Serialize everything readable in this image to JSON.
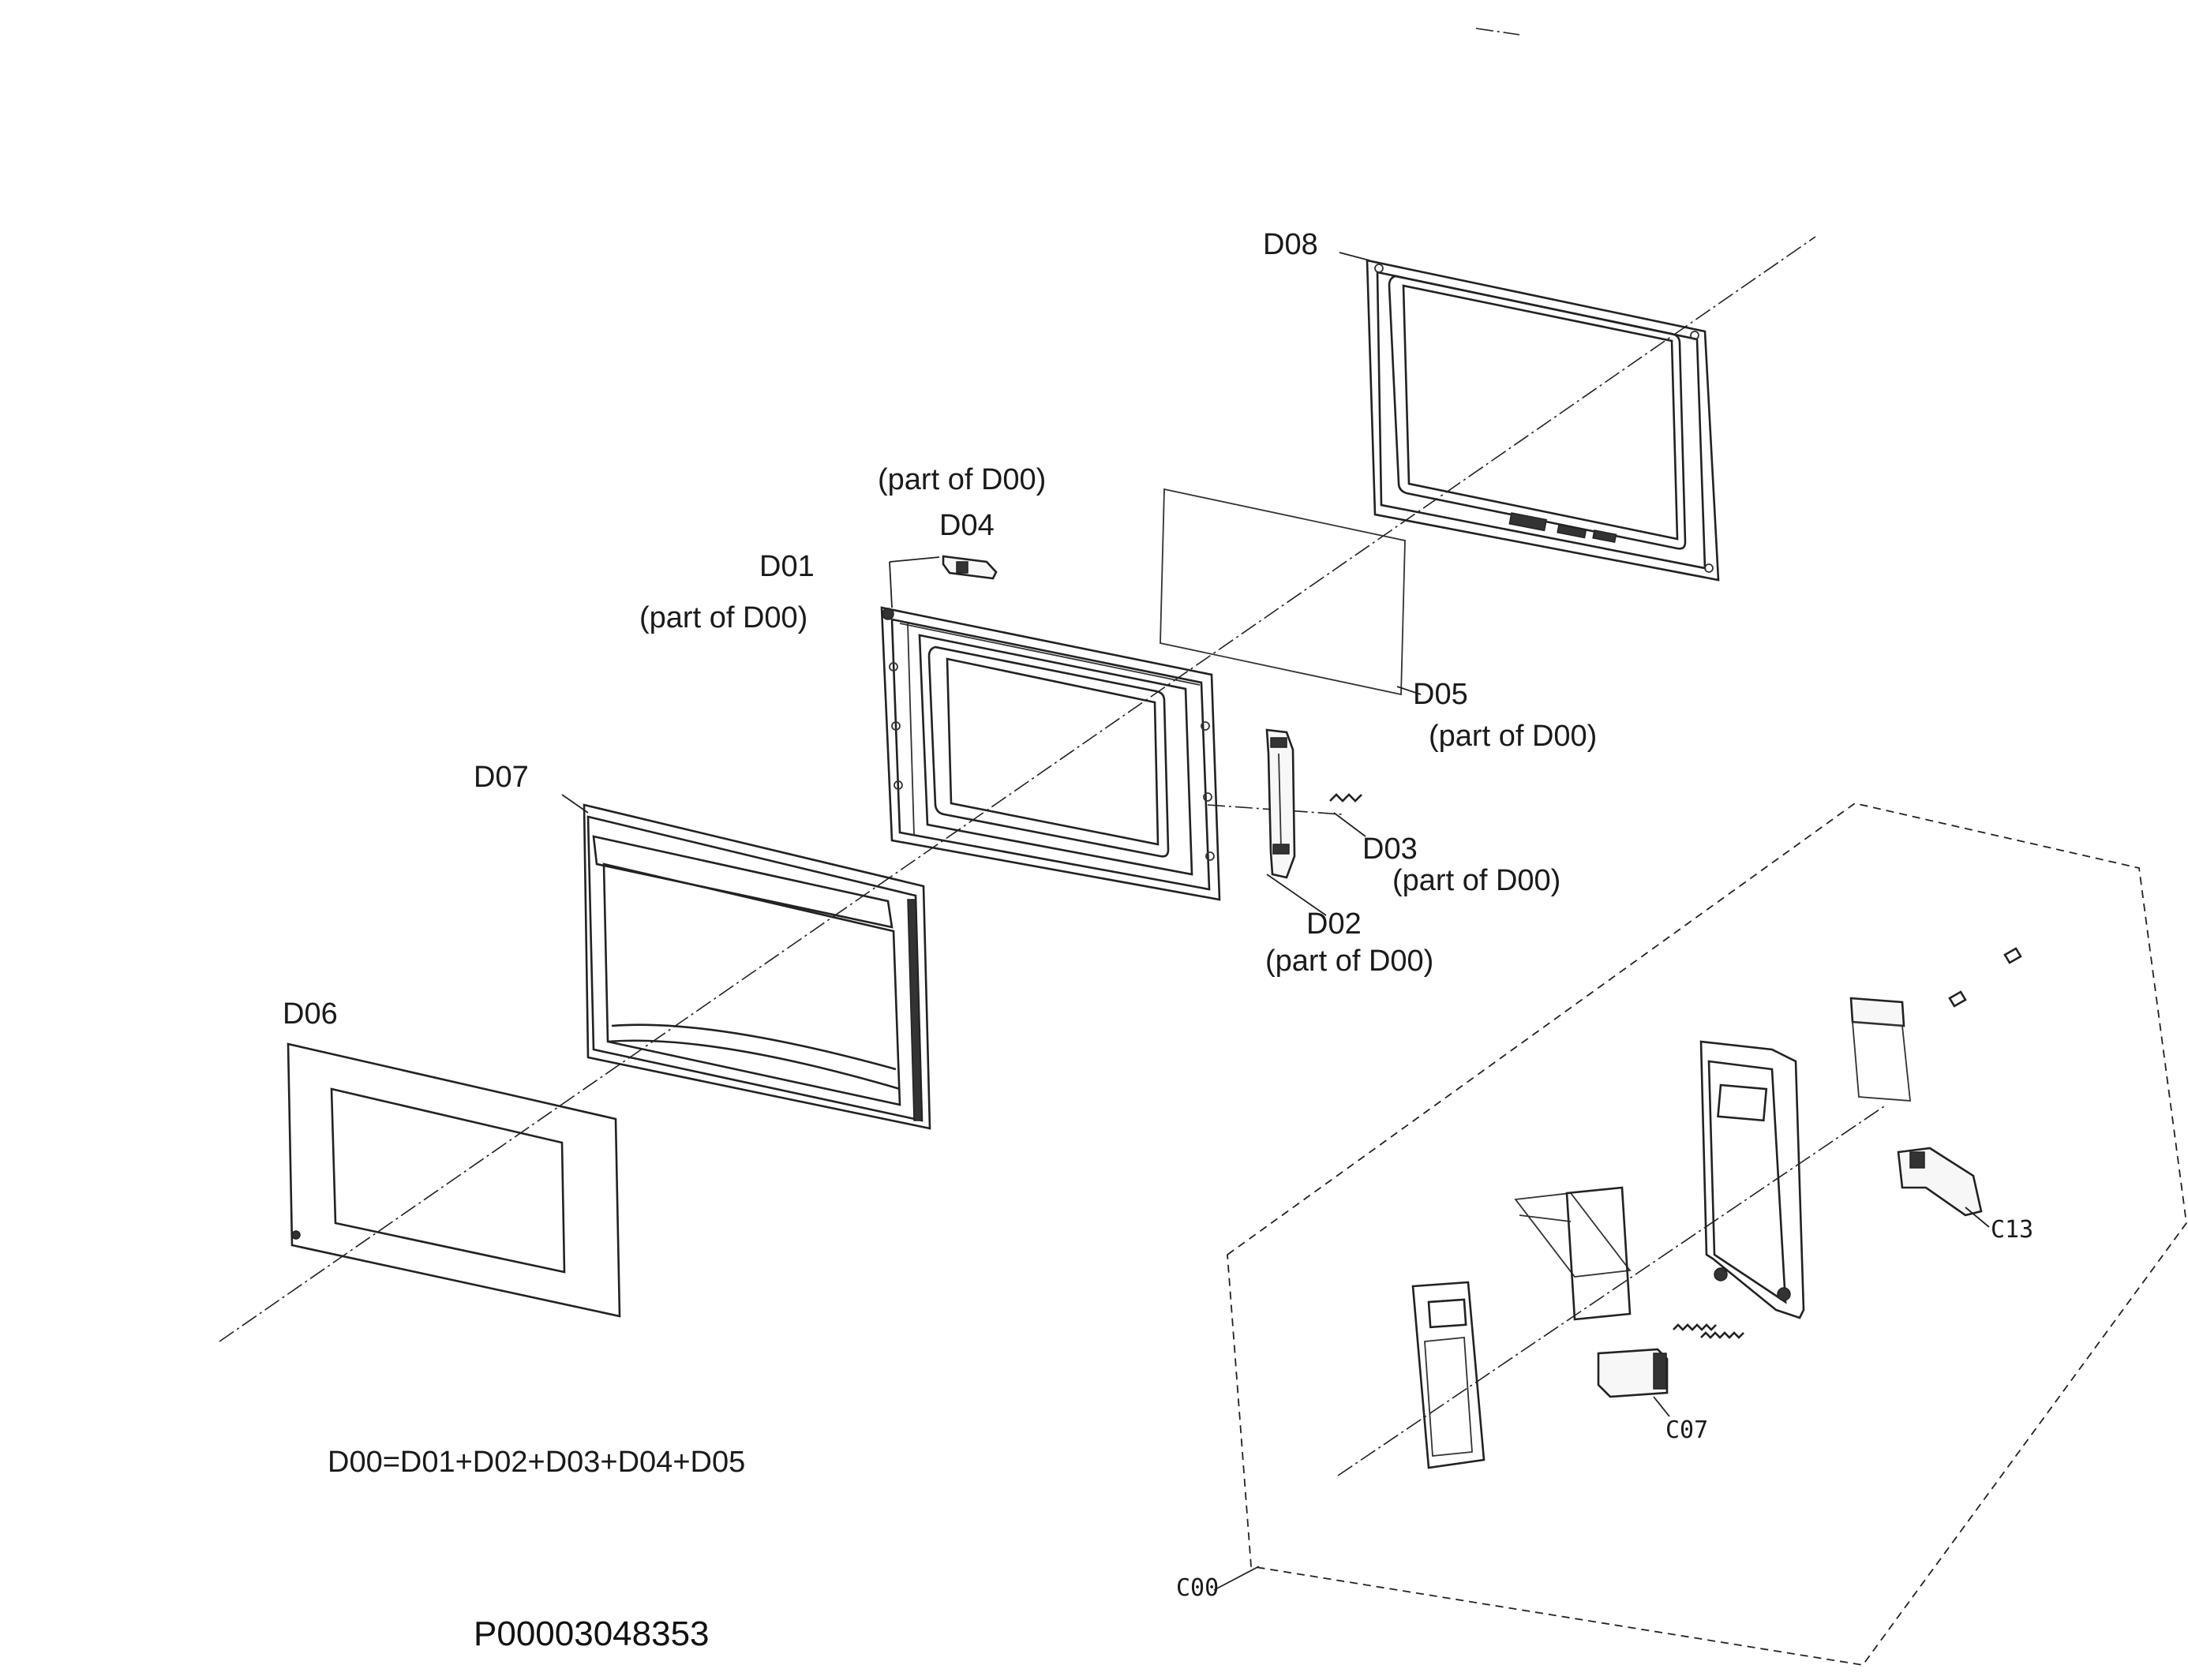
{
  "labels": {
    "d08": "D08",
    "d04_part": "(part of D00)",
    "d04": "D04",
    "d01": "D01",
    "d01_part": "(part of D00)",
    "d05": "D05",
    "d05_part": "(part of D00)",
    "d07": "D07",
    "d03": "D03",
    "d03_part": "(part of D00)",
    "d02": "D02",
    "d02_part": "(part of D00)",
    "d06": "D06",
    "c13": "C13",
    "c07": "C07",
    "c00": "C00"
  },
  "formula": "D00=D01+D02+D03+D04+D05",
  "drawing_number": "P00003048353"
}
